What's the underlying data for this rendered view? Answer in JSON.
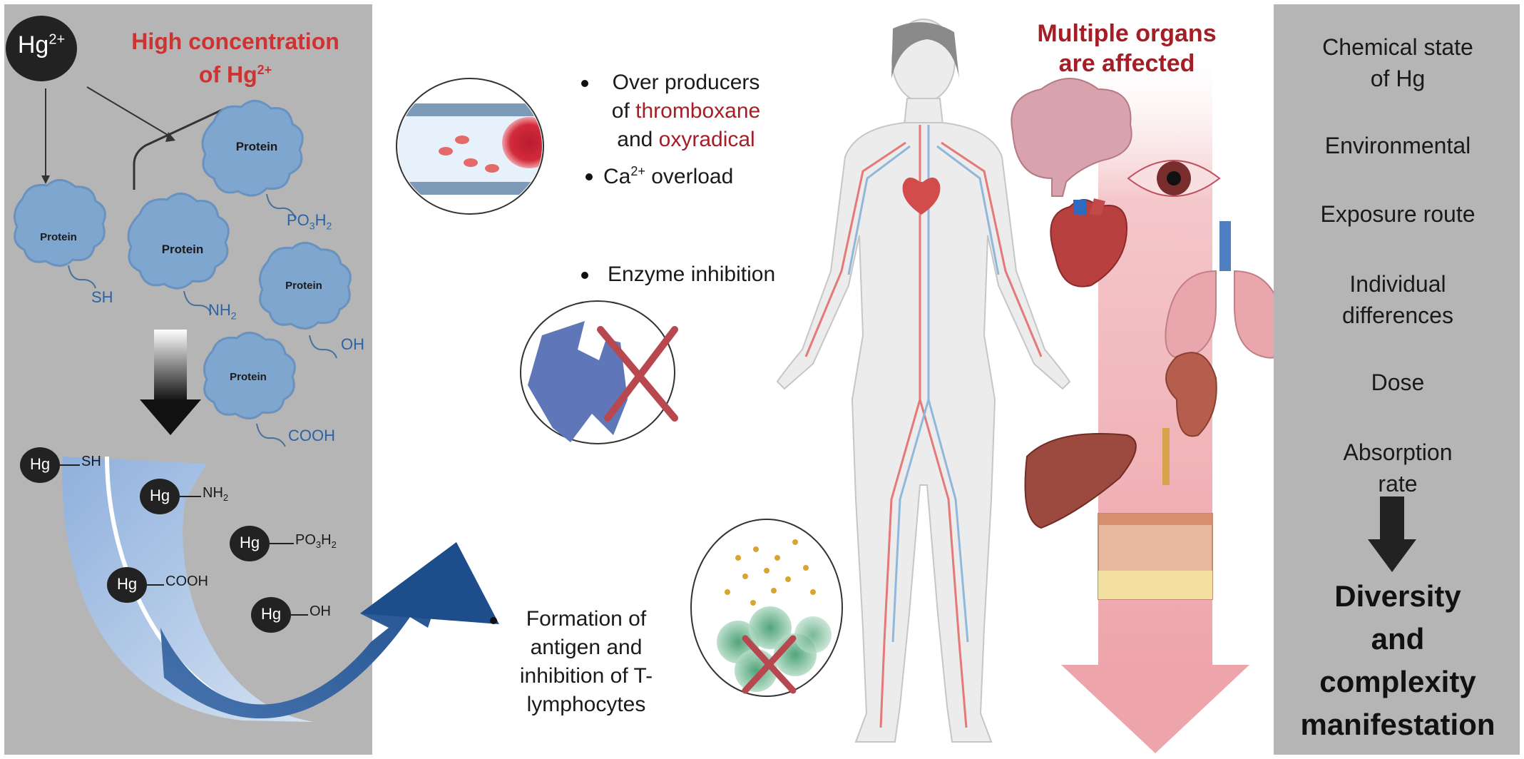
{
  "left_panel": {
    "hg_ion": "Hg",
    "hg_charge": "2+",
    "high_conc_line1": "High concentration",
    "high_conc_line2": "of Hg",
    "high_conc_sup": "2+",
    "protein_label": "Protein",
    "groups": {
      "sh": "SH",
      "nh2": "NH",
      "nh2_sub": "2",
      "oh": "OH",
      "cooh": "COOH",
      "po3h2_a": "PO",
      "po3h2_sub1": "3",
      "po3h2_b": "H",
      "po3h2_sub2": "2"
    },
    "hg": "Hg"
  },
  "middle": {
    "effect1_line1": "Over producers",
    "effect1_line2_a": "of ",
    "effect1_line2_b": "thromboxane",
    "effect1_line3_a": "and ",
    "effect1_line3_b": "oxyradical",
    "effect2_a": "Ca",
    "effect2_sup": "2+",
    "effect2_b": " overload",
    "effect3": "Enzyme inhibition",
    "effect4_line1": "Formation of",
    "effect4_line2": "antigen and",
    "effect4_line3": "inhibition of T-",
    "effect4_line4": "lymphocytes"
  },
  "organs": {
    "title_line1": "Multiple organs",
    "title_line2": "are affected"
  },
  "right_panel": {
    "factors": [
      [
        "Chemical state",
        "of Hg"
      ],
      [
        "Environmental"
      ],
      [
        "Exposure route"
      ],
      [
        "Individual",
        "differences"
      ],
      [
        "Dose"
      ],
      [
        "Absorption",
        "rate"
      ]
    ],
    "result": [
      "Diversity",
      "and",
      "complexity",
      "manifestation"
    ]
  },
  "colors": {
    "panel_gray": "#b5b5b5",
    "protein_blue": "#7fa6cf",
    "group_blue": "#2b63a8",
    "accent_red": "#cc3333",
    "title_red": "#a31e25",
    "arrow_blue": "#2c5d9a"
  }
}
